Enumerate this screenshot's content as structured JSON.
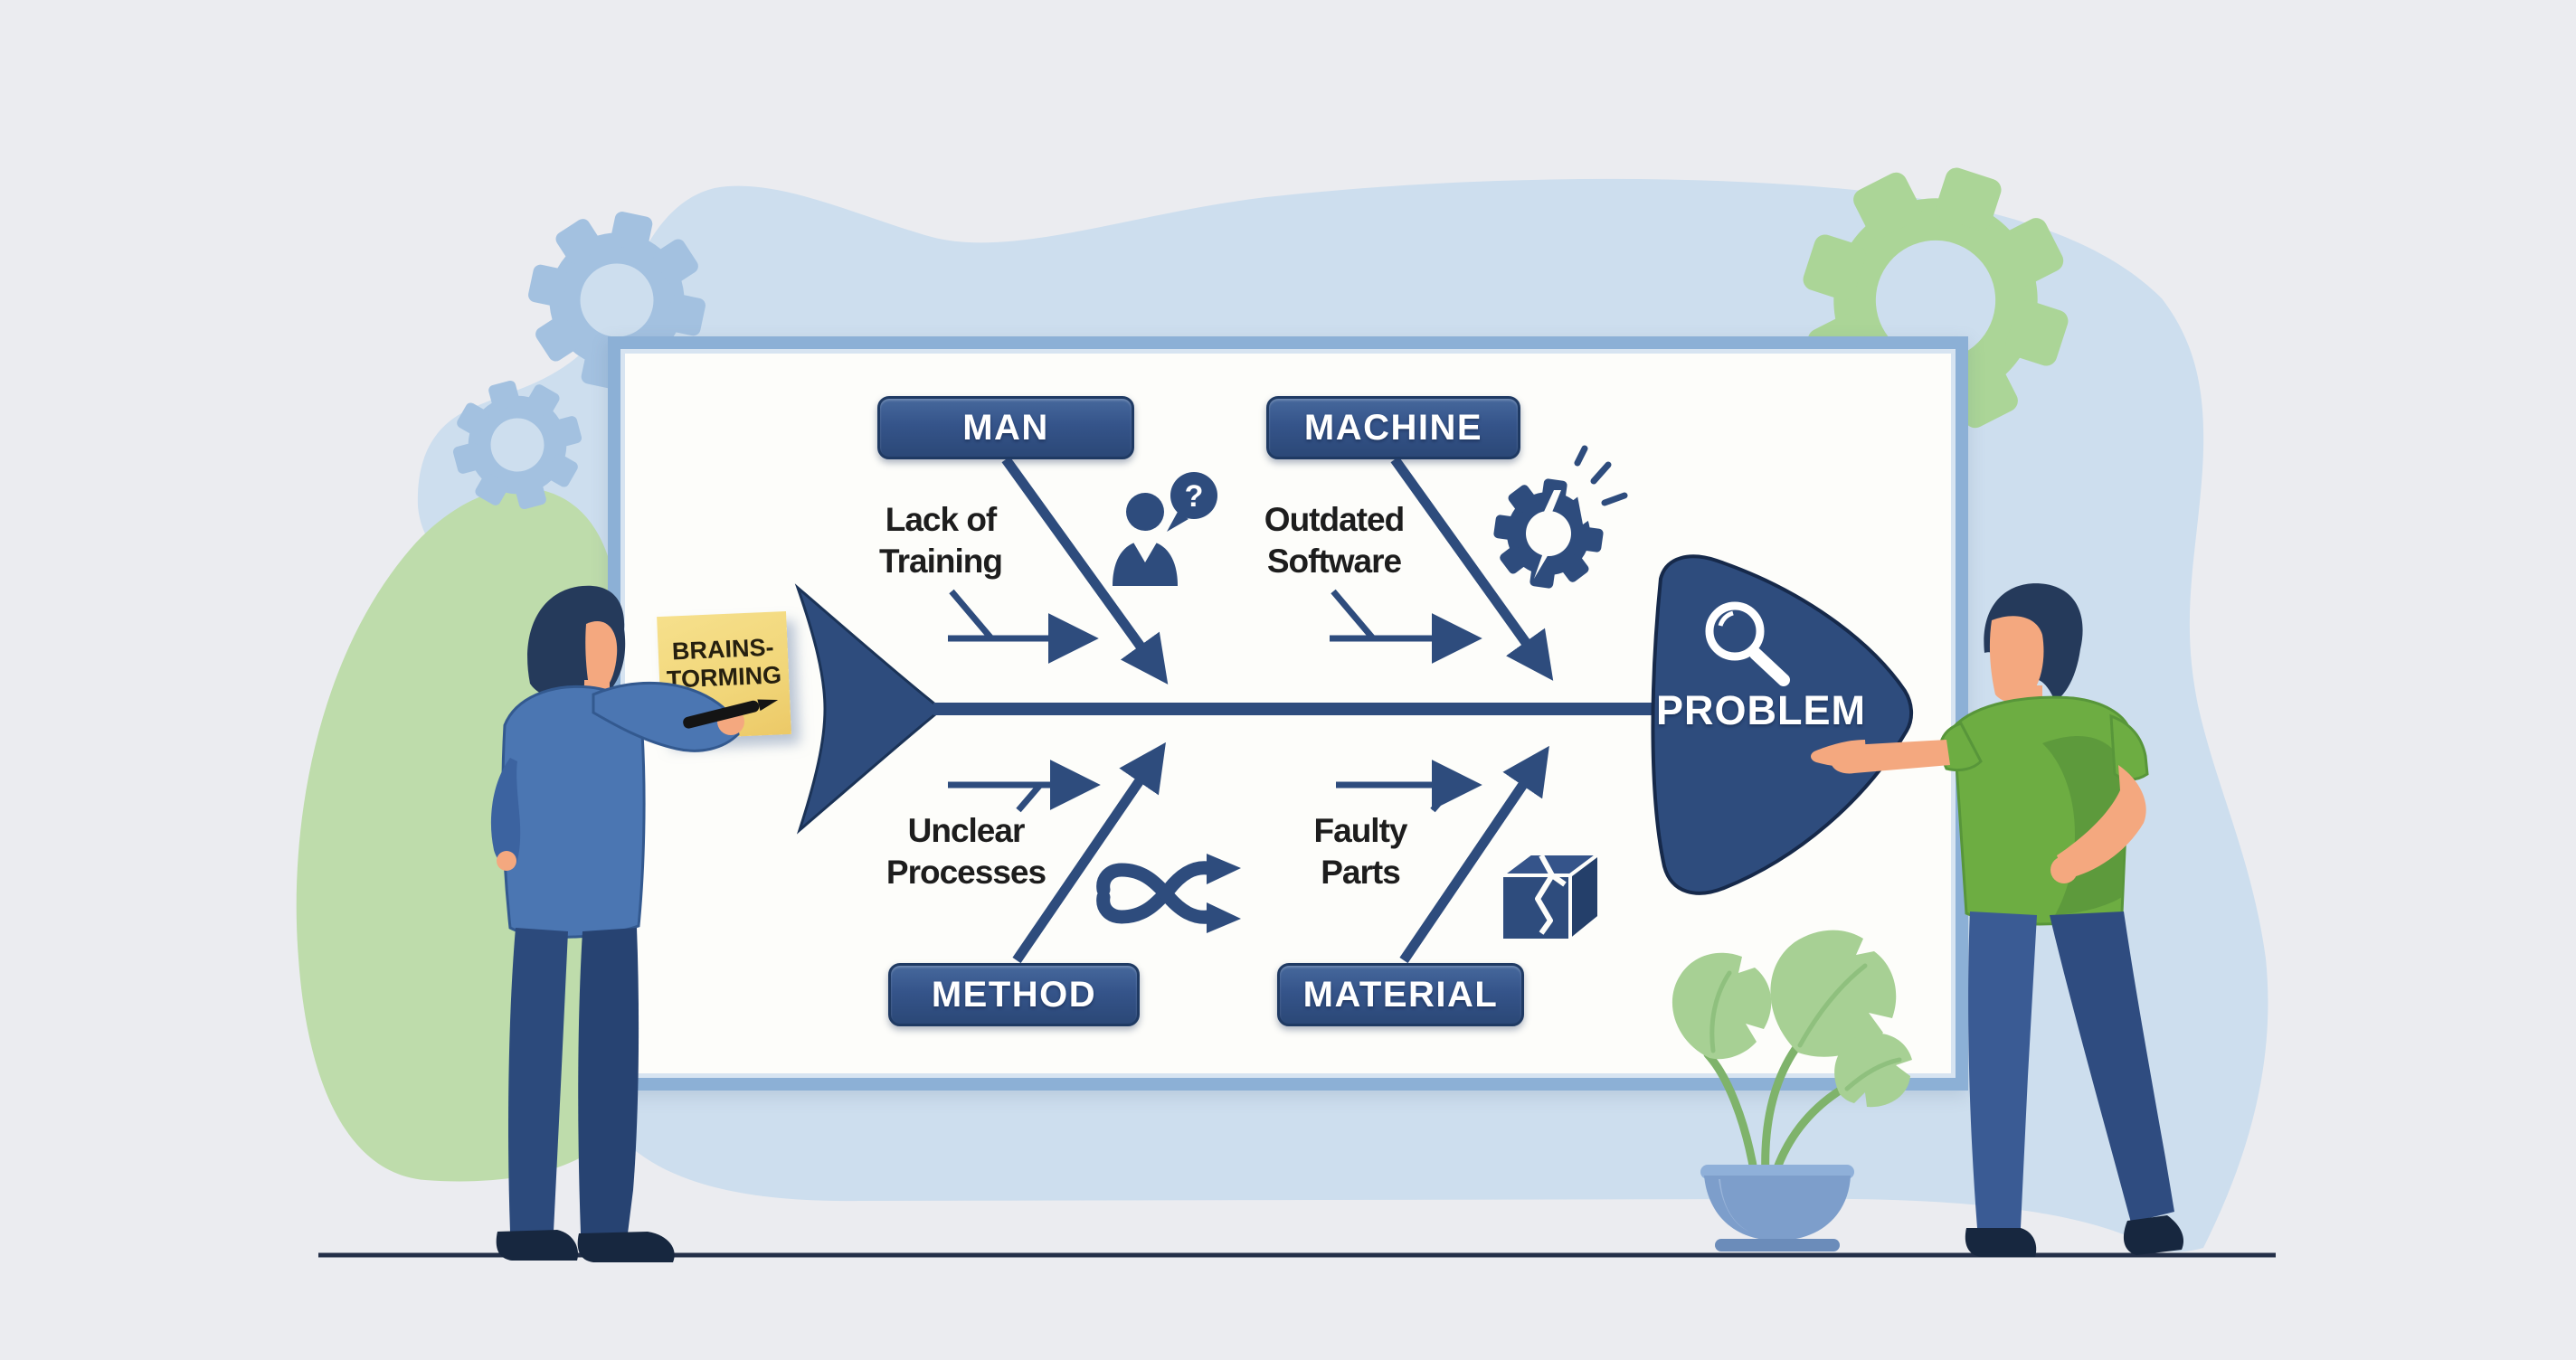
{
  "board": {
    "fishbone": {
      "problem_label": "PROBLEM",
      "question_mark": "?",
      "head_icon": "magnifier-icon",
      "categories": [
        {
          "id": "man",
          "label": "MAN",
          "cause_line1": "Lack of",
          "cause_line2": "Training",
          "icon": "person-question-icon"
        },
        {
          "id": "machine",
          "label": "MACHINE",
          "cause_line1": "Outdated",
          "cause_line2": "Software",
          "icon": "broken-gear-icon"
        },
        {
          "id": "method",
          "label": "METHOD",
          "cause_line1": "Unclear",
          "cause_line2": "Processes",
          "icon": "shuffle-arrows-icon"
        },
        {
          "id": "material",
          "label": "MATERIAL",
          "cause_line1": "Faulty",
          "cause_line2": "Parts",
          "icon": "cracked-box-icon"
        }
      ]
    },
    "sticky_note": {
      "line1": "BRAINS-",
      "line2": "TORMING",
      "tool": "marker-pen-icon"
    }
  },
  "colors": {
    "page_bg": "#ebecf0",
    "blob_blue": "#cddeee",
    "blob_green": "#bedcab",
    "gear_blue": "#a3c1e0",
    "gear_green": "#abd597",
    "board_frame": "#8cb0d6",
    "board_bg": "#fdfdfa",
    "diagram_navy": "#2e4c7d",
    "diagram_navy_dark": "#1b3357",
    "box_border": "#1f3a63",
    "box_fill_top": "#46689c",
    "box_fill_bottom": "#2b4877",
    "label_text": "#ffffff",
    "cause_text": "#1d1d1d",
    "sticky_yellow": "#f1d679",
    "skin": "#f4a87f",
    "hair": "#253a5b",
    "jacket_blue": "#4b76b2",
    "trousers_navy": "#2c4a7c",
    "shirt_green": "#6dad42",
    "jeans_blue": "#3a5b94",
    "shoes": "#17273f",
    "plant_leaf": "#a7d094",
    "plant_pot": "#7d9ecb",
    "ground": "#232f48"
  }
}
